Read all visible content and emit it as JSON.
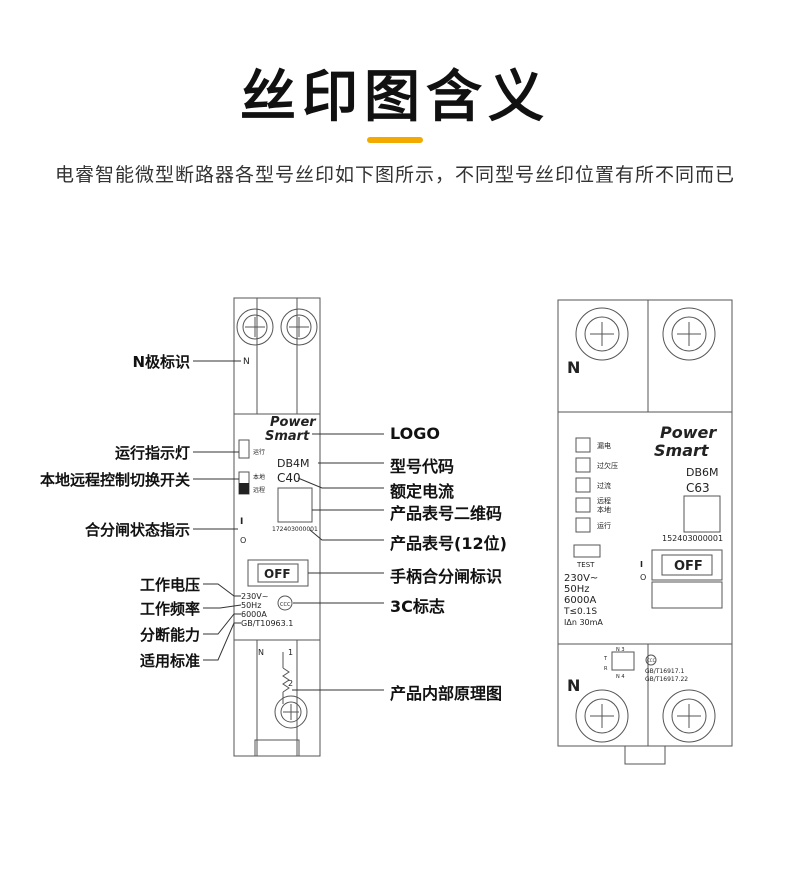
{
  "header": {
    "title": "丝印图含义",
    "subtitle": "电睿智能微型断路器各型号丝印如下图所示，不同型号丝印位置有所不同而已",
    "accent_color": "#F2A900"
  },
  "left_labels": {
    "n_pole": "N极标识",
    "run_light": "运行指示灯",
    "switch": "本地远程控制切换开关",
    "state": "合分闸状态指示",
    "voltage": "工作电压",
    "frequency": "工作频率",
    "breaking": "分断能力",
    "standard": "适用标准"
  },
  "right_labels": {
    "logo": "LOGO",
    "model_code": "型号代码",
    "rated_current": "额定电流",
    "qr": "产品表号二维码",
    "serial": "产品表号(12位)",
    "handle": "手柄合分闸标识",
    "cert": "3C标志",
    "schematic": "产品内部原理图"
  },
  "device1": {
    "n_mark": "N",
    "brand_top": "Power",
    "brand_bottom": "Smart",
    "run": "运行",
    "local": "本地",
    "remote": "远程",
    "model": "DB4M",
    "current": "C40",
    "serial": "172403000001",
    "on_mark": "I",
    "off_mark": "O",
    "handle": "OFF",
    "voltage": "230V~",
    "frequency": "50Hz",
    "breaking": "6000A",
    "standard": "GB/T10963.1",
    "cert": "CCC",
    "sch_n": "N",
    "sch_1": "1",
    "sch_2": "2"
  },
  "device2": {
    "n_top": "N",
    "n_bottom": "N",
    "brand_top": "Power",
    "brand_bottom": "Smart",
    "indicators": [
      "漏电",
      "过欠压",
      "过流",
      "远程\n本地",
      "运行"
    ],
    "model": "DB6M",
    "current": "C63",
    "serial": "152403000001",
    "test": "TEST",
    "voltage": "230V~",
    "frequency": "50Hz",
    "breaking": "6000A",
    "trip_time": "T≤0.1S",
    "residual": "IΔn 30mA",
    "on_mark": "I",
    "off_mark": "O",
    "handle": "OFF",
    "cert": "CCC",
    "std1": "GB/T16917.1",
    "std2": "GB/T16917.22",
    "sch_n3": "N 3",
    "sch_n4": "N 4",
    "sch_t": "T",
    "sch_r": "R"
  }
}
